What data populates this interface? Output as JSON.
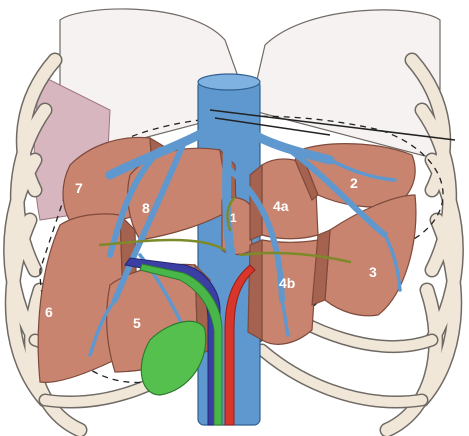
{
  "segments": {
    "s1": "1",
    "s2": "2",
    "s3": "3",
    "s4a": "4a",
    "s4b": "4b",
    "s5": "5",
    "s6": "6",
    "s7": "7",
    "s8": "8"
  },
  "colors": {
    "liver": "#c8846e",
    "liver_dark": "#a5624f",
    "liver_edge": "#7e4a3c",
    "hepatic_vein": "#5f98cf",
    "portal_vein": "#3b3fa3",
    "artery": "#d8362a",
    "bile_duct": "#49b64a",
    "gallbladder": "#56c04f",
    "rib": "#f1e7d9",
    "rib_edge": "#6f6a64",
    "lung": "#d8b6c0"
  }
}
